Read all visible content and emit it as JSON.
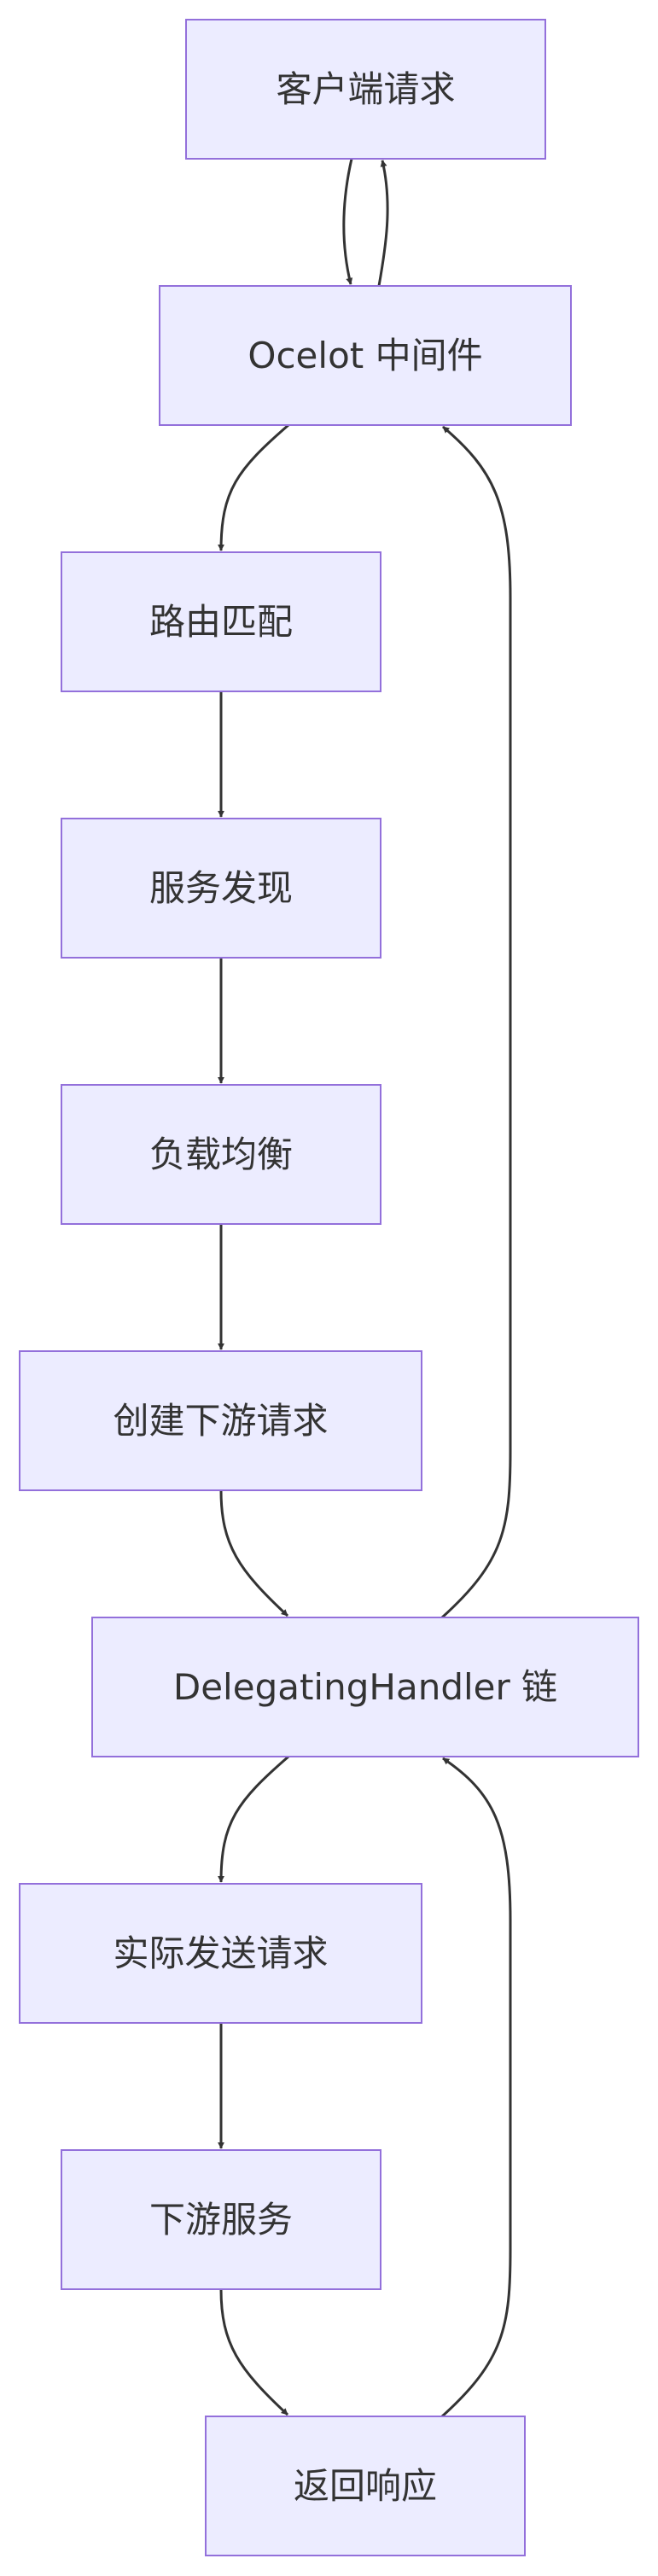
{
  "nodes": [
    {
      "id": "client",
      "label": "客户端请求"
    },
    {
      "id": "ocelot",
      "label": "Ocelot 中间件"
    },
    {
      "id": "route",
      "label": "路由匹配"
    },
    {
      "id": "discovery",
      "label": "服务发现"
    },
    {
      "id": "loadbalance",
      "label": "负载均衡"
    },
    {
      "id": "create",
      "label": "创建下游请求"
    },
    {
      "id": "handler",
      "label": "DelegatingHandler 链"
    },
    {
      "id": "send",
      "label": "实际发送请求"
    },
    {
      "id": "downstream",
      "label": "下游服务"
    },
    {
      "id": "response",
      "label": "返回响应"
    }
  ],
  "edges": [
    {
      "from": "client",
      "to": "ocelot"
    },
    {
      "from": "ocelot",
      "to": "client"
    },
    {
      "from": "ocelot",
      "to": "route"
    },
    {
      "from": "route",
      "to": "discovery"
    },
    {
      "from": "discovery",
      "to": "loadbalance"
    },
    {
      "from": "loadbalance",
      "to": "create"
    },
    {
      "from": "create",
      "to": "handler"
    },
    {
      "from": "handler",
      "to": "ocelot"
    },
    {
      "from": "handler",
      "to": "send"
    },
    {
      "from": "send",
      "to": "downstream"
    },
    {
      "from": "downstream",
      "to": "response"
    },
    {
      "from": "response",
      "to": "handler"
    }
  ],
  "colors": {
    "node_fill": "#ececff",
    "node_stroke": "#9370db",
    "edge": "#333333",
    "text": "#333333"
  }
}
